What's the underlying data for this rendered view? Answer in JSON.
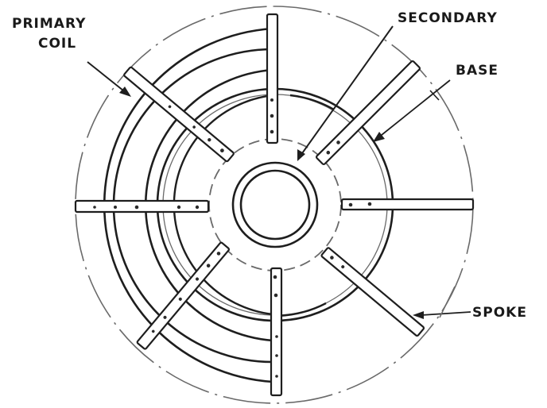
{
  "diagram": {
    "type": "technical-illustration",
    "subject": "Spiderweb / flat spiral coil assembly viewed from above",
    "labels": {
      "primary_coil_line1": "PRIMARY",
      "primary_coil_line2": "COIL",
      "secondary": "SECONDARY",
      "base": "BASE",
      "spoke": "SPOKE"
    },
    "components": [
      {
        "id": "primary-coil",
        "label": "PRIMARY COIL",
        "description": "Concentric turns on the left half supported by spokes"
      },
      {
        "id": "secondary",
        "label": "SECONDARY",
        "description": "Central cylindrical coil form (two concentric circles)"
      },
      {
        "id": "base",
        "label": "BASE",
        "description": "Circular base plate under the coil"
      },
      {
        "id": "spoke",
        "label": "SPOKE",
        "description": "Eight radial wooden spokes with mounting holes"
      }
    ],
    "spoke_count": 8,
    "primary_turns_visible": 4,
    "colors": {
      "ink": "#1e1e1e",
      "light_ink": "#6a6a6a",
      "background": "#ffffff"
    }
  }
}
